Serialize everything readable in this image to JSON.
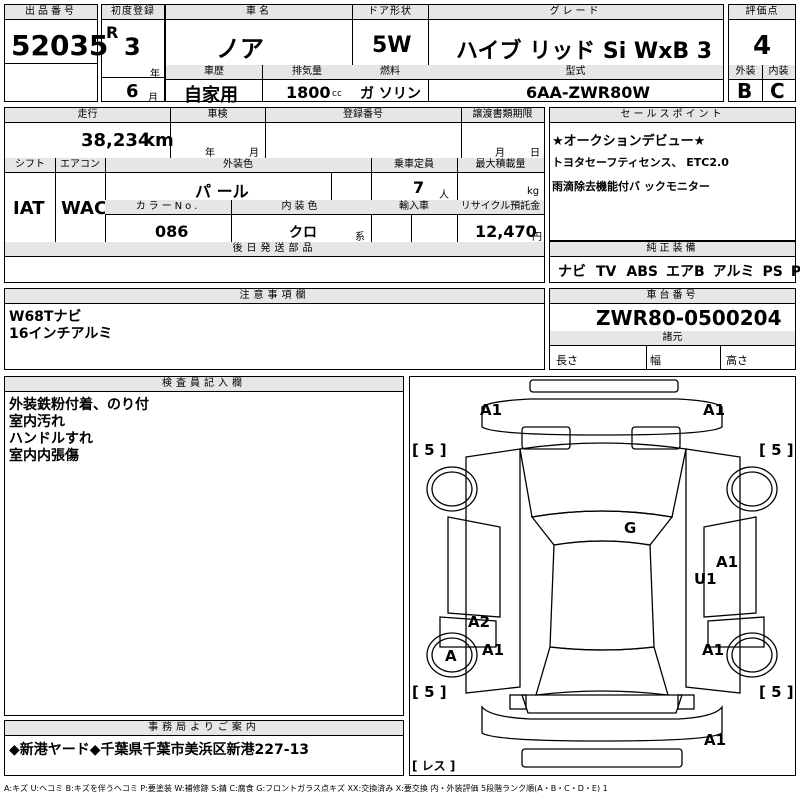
{
  "header": {
    "lot_label": "出品番号",
    "lot_value": "52035",
    "first_reg_label": "初度登録",
    "era": "R",
    "year_value": "3",
    "year_unit": "年",
    "month_value": "6",
    "month_unit": "月",
    "car_name_label": "車名",
    "car_name": "ノア",
    "door_label": "ドア形状",
    "door": "5W",
    "grade_label": "グレード",
    "grade": "ハイブ リッド Si WxB 3",
    "score_label": "評価点",
    "score": "4",
    "history_label": "車歴",
    "history": "自家用",
    "displacement_label": "排気量",
    "displacement": "1800",
    "displacement_unit": "cc",
    "fuel_label": "燃料",
    "fuel": "ガ ソリン",
    "model_label": "型式",
    "model": "6AA-ZWR80W",
    "exterior_label": "外装",
    "exterior": "B",
    "interior_label": "内装",
    "interior": "C"
  },
  "spec": {
    "mileage_label": "走行",
    "mileage": "38,234",
    "mileage_unit": "km",
    "inspection_label": "車検",
    "inspection_year_unit": "年",
    "inspection_month_unit": "月",
    "reg_no_label": "登録番号",
    "transfer_label": "譲渡書類期限",
    "transfer_month_unit": "月",
    "transfer_day_unit": "日",
    "shift_label": "シフト",
    "shift": "IAT",
    "ac_label": "エアコン",
    "ac": "WAC",
    "color_label": "外装色",
    "color": "パ ール",
    "capacity_label": "乗車定員",
    "capacity": "7",
    "capacity_unit": "人",
    "load_label": "最大積載量",
    "load_unit": "kg",
    "color_no_label": "カラーNo.",
    "color_no": "086",
    "interior_color_label": "内装色",
    "interior_color": "クロ",
    "interior_color_unit": "系",
    "import_label": "輸入車",
    "recycle_label": "リサイクル預託金",
    "recycle": "12,470",
    "recycle_unit": "円",
    "later_parts_label": "後日発送部品"
  },
  "sales": {
    "label": "セールスポイント",
    "lines": [
      "★オークションデビュー★",
      "トヨタセーフティセンス、 ETC2.0",
      "雨滴除去機能付バ ックモニター"
    ]
  },
  "genuine": {
    "label": "純正装備",
    "items": [
      "ナビ",
      "TV",
      "ABS",
      "エアB",
      "アルミ",
      "PS",
      "PW"
    ]
  },
  "notes": {
    "label": "注意事項欄",
    "lines": [
      "W68Tナビ ",
      "16インチアルミ"
    ]
  },
  "chassis": {
    "label": "車台番号",
    "number": "ZWR80-0500204",
    "dims_label": "諸元",
    "length_label": "長さ",
    "width_label": "幅",
    "height_label": "高さ"
  },
  "inspector": {
    "label": "検査員記入欄",
    "lines": [
      "外装鉄粉付着、のり付",
      "室内汚れ",
      "ハンドルすれ",
      "室内内張傷"
    ]
  },
  "office": {
    "label": "事務局よりご案内",
    "text": "◆新港ヤード◆千葉県千葉市美浜区新港227-13"
  },
  "diagram": {
    "marks": [
      "A1",
      "A1",
      "G",
      "A1",
      "U1",
      "A2",
      "A1",
      "A",
      "A1",
      "A1"
    ],
    "tires": [
      "[ 5 ]",
      "[ 5 ]",
      "[ 5 ]",
      "[ 5 ]"
    ],
    "spare": "[ レス ]"
  },
  "legend": "A:キズ U:ヘコミ B:キズを伴うヘコミ P:要塗装 W:補修跡 S:錆 C:腐食 G:フロントガラス点キズ XX:交換済み X:要交換 内・外装評価 5段階ランク順(A・B・C・D・E) 1"
}
